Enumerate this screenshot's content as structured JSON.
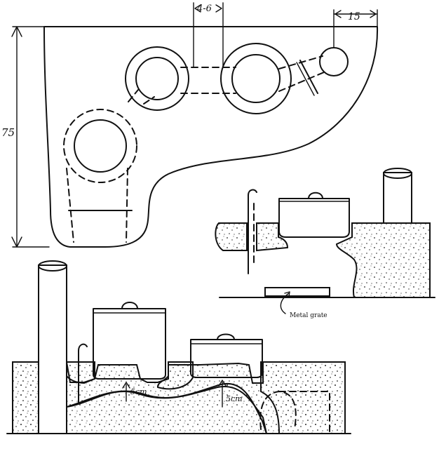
{
  "diagram": {
    "plan": {
      "height_label": "75",
      "flue_spacing_label": "4-6",
      "chimney_offset_label": "15"
    },
    "right_section": {
      "grate_label": "Metal grate"
    },
    "bottom_section": {
      "gap_left_label": "5cm",
      "gap_right_label": "5cm"
    }
  }
}
